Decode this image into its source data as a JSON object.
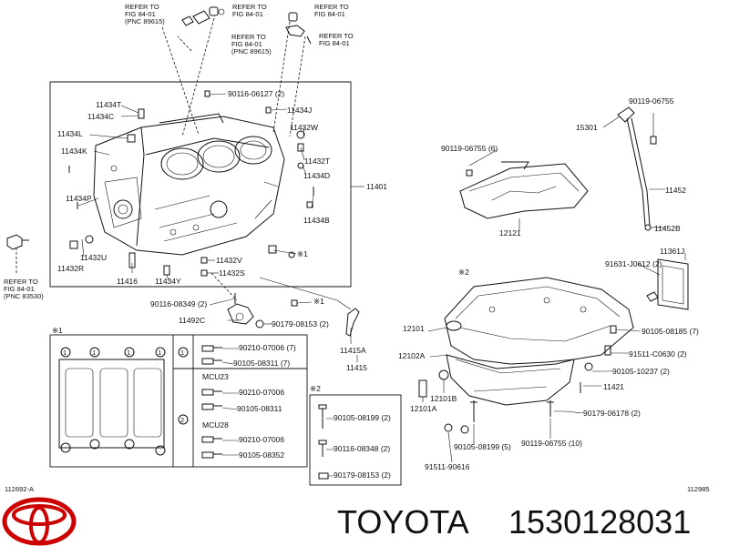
{
  "refs": {
    "r1": [
      "REFER TO",
      "FIG 84-01",
      "(PNC 89615)"
    ],
    "r2": [
      "REFER TO",
      "FIG 84-01"
    ],
    "r3": [
      "REFER TO",
      "FIG 84-01"
    ],
    "r4": [
      "REFER TO",
      "FIG 84-01",
      "(PNC 89615)"
    ],
    "r5": [
      "REFER TO",
      "FIG 84-01"
    ],
    "r6": [
      "REFER TO",
      "FIG 84-01",
      "(PNC 83530)"
    ]
  },
  "block_labels": {
    "p11434T": "11434T",
    "p11434C": "11434C",
    "p11434L": "11434L",
    "p11434K": "11434K",
    "p11416": "11416",
    "p11434P": "11434P",
    "p11432U": "11432U",
    "p11432R": "11432R",
    "p90116_06127": "90116-06127 (2)",
    "p11434J": "11434J",
    "p11432W": "11432W",
    "p11432T": "11432T",
    "p11434D": "11434D",
    "p11434B": "11434B",
    "p11401": "11401",
    "p11434Y": "11434Y",
    "p11432V": "11432V",
    "p11432S": "11432S",
    "p90116_08349": "90116-08349 (2)",
    "p11492C": "11492C",
    "p90179_08153": "90179-08153 (2)",
    "p11415A": "11415A",
    "p11415": "11415",
    "star1a": "※1",
    "star1b": "※1"
  },
  "pan_labels": {
    "p90119_06755a": "90119-06755 (6)",
    "p12121": "12121",
    "p90119_06755b": "90119-06755",
    "p15301": "15301",
    "p11452": "11452",
    "p11452B": "11452B",
    "p11361J": "11361J",
    "p91631": "91631-J0612 (2)",
    "star2": "※2",
    "p12101": "12101",
    "p12102A": "12102A",
    "p90105_08185": "90105-08185 (7)",
    "p91511_C0630": "91511-C0630 (2)",
    "p90105_10237": "90105-10237 (2)",
    "p11421": "11421",
    "p90179_06178": "90179-06178 (2)",
    "p12101B": "12101B",
    "p12101A": "12101A",
    "p90105_08199": "90105-08199 (5)",
    "p91511_90616": "91511-90616",
    "p90119_06755c": "90119-06755 (10)"
  },
  "box1": {
    "title": "※1",
    "row1": [
      "90210-07006 (7)",
      "90105-08311 (7)"
    ],
    "mcu23": "MCU23",
    "row2": [
      "90210-07006",
      "90105-08311"
    ],
    "mcu28": "MCU28",
    "row3": [
      "90210-07006",
      "90105-08352"
    ],
    "circle1": "1",
    "circle2": "2"
  },
  "box2": {
    "title": "※2",
    "items": [
      "90105-08199 (2)",
      "90116-08348 (2)",
      "90179-08153 (2)"
    ]
  },
  "footer": {
    "left_code": "112692-A",
    "right_code": "112985",
    "brand": "TOYOTA",
    "part_number": "1530128031",
    "logo_color": "#cc0000"
  }
}
